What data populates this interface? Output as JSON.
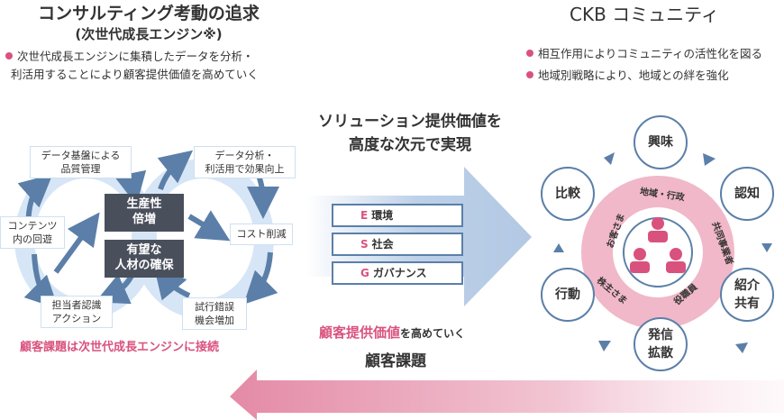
{
  "left": {
    "title": "コンサルティング考動の追求",
    "subtitle": "(次世代成長エンジン※)",
    "bullet_line1": "次世代成長エンジンに集積したデータを分析・",
    "bullet_line2": "利活用することにより顧客提供価値を高めていく",
    "boxes": {
      "data_platform_l1": "データ基盤による",
      "data_platform_l2": "品質管理",
      "content_l1": "コンテンツ",
      "content_l2": "内の回遊",
      "staff_l1": "担当者認識",
      "staff_l2": "アクション",
      "analysis_l1": "データ分析・",
      "analysis_l2": "利活用で効果向上",
      "cost": "コスト削減",
      "trial_l1": "試行錯誤",
      "trial_l2": "機会増加",
      "productivity_l1": "生産性",
      "productivity_l2": "倍増",
      "talent_l1": "有望な",
      "talent_l2": "人材の確保"
    },
    "footer": "顧客課題は次世代成長エンジンに接続"
  },
  "center": {
    "title_l1": "ソリューション提供価値を",
    "title_l2": "高度な次元で実現",
    "esg": [
      {
        "key": "E",
        "label": "環境"
      },
      {
        "key": "S",
        "label": "社会"
      },
      {
        "key": "G",
        "label": "ガバナンス"
      }
    ],
    "value_pink": "顧客提供価値",
    "value_rest": "を高めていく",
    "issue": "顧客課題"
  },
  "right": {
    "title": "CKB コミュニティ",
    "bullet1": "相互作用によりコミュニティの活性化を図る",
    "bullet2": "地域別戦略により、地域との絆を強化",
    "cycle": {
      "interest": "興味",
      "awareness": "認知",
      "intro_l1": "紹介",
      "intro_l2": "共有",
      "spread_l1": "発信",
      "spread_l2": "拡散",
      "action": "行動",
      "compare": "比較"
    },
    "segments": {
      "region": "地域・行政",
      "partner": "共同事業者",
      "officer": "役職員",
      "shareholder": "株主さま",
      "customer": "お客さま"
    }
  },
  "colors": {
    "accent_pink": "#d9527e",
    "accent_blue": "#5b7fa8",
    "dark_box": "#4a4f5c"
  }
}
